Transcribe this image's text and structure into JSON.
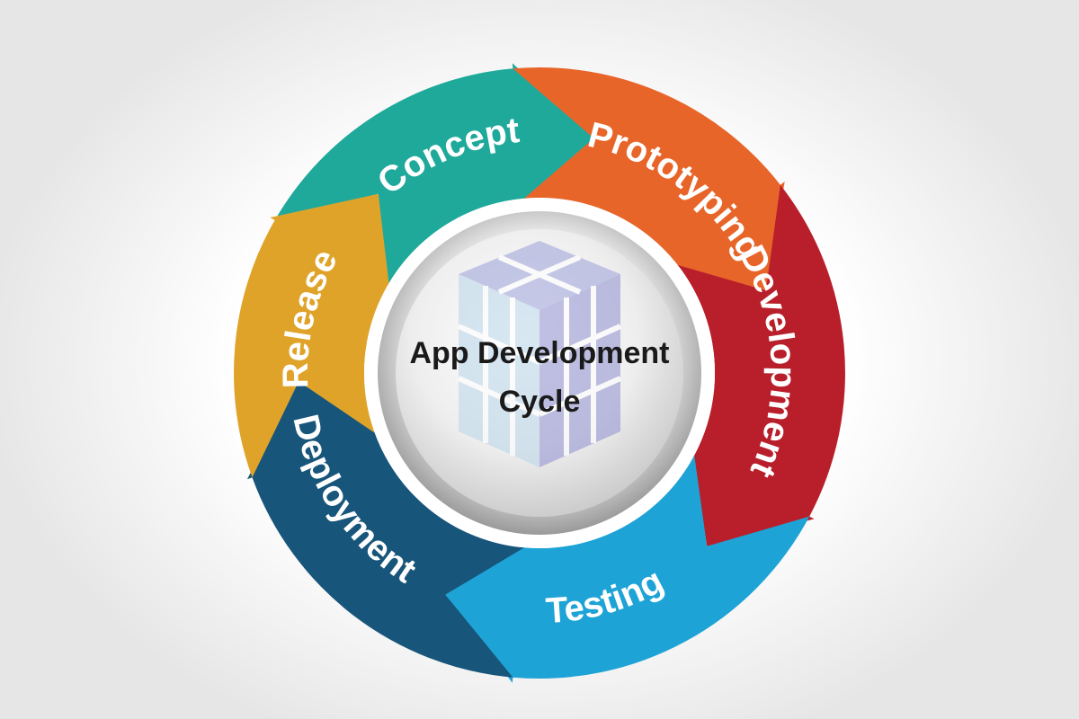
{
  "diagram": {
    "center": {
      "title_line1": "App Development",
      "title_line2": "Cycle",
      "icon": "cube-icon"
    },
    "stages": [
      {
        "id": "concept",
        "label": "Concept",
        "color": "#1fa99b"
      },
      {
        "id": "prototyping",
        "label": "Prototyping",
        "color": "#e8652a"
      },
      {
        "id": "development",
        "label": "Development",
        "color": "#b81f2a"
      },
      {
        "id": "testing",
        "label": "Testing",
        "color": "#1ea3d6"
      },
      {
        "id": "deployment",
        "label": "Deployment",
        "color": "#17557b"
      },
      {
        "id": "release",
        "label": "Release",
        "color": "#e0a32a"
      }
    ]
  }
}
